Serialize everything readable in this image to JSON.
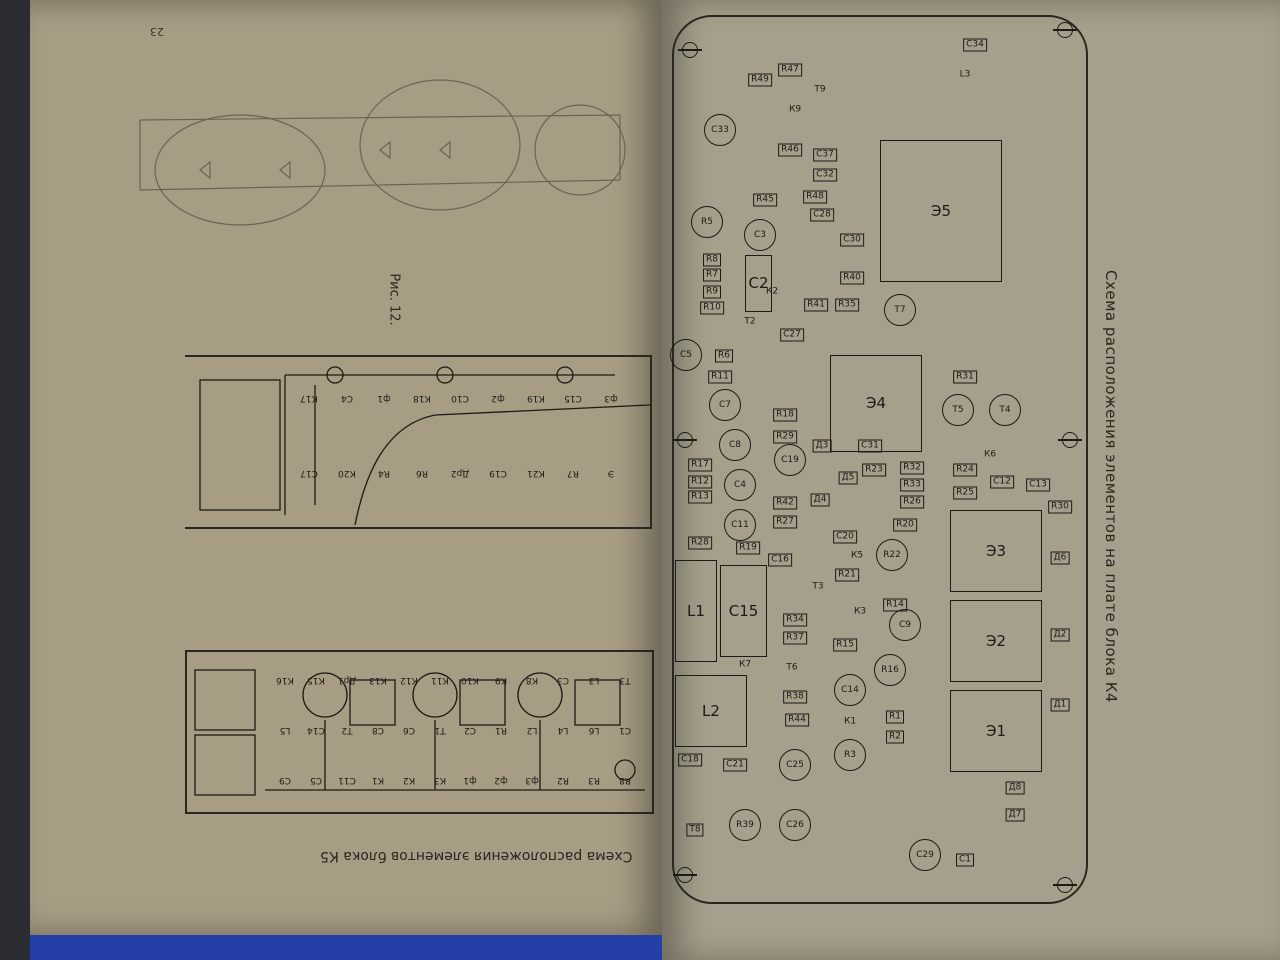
{
  "left_page": {
    "page_number": "23",
    "figure_caption": "Рис. 12.",
    "k5_title": "Схема расположения элементов блока К5",
    "top_board_labels": [
      "К17",
      "С4",
      "ф1",
      "К18",
      "С10",
      "ф2",
      "К19",
      "С15",
      "ф3",
      "С17",
      "К20",
      "R4",
      "R6",
      "Др2",
      "С19",
      "К21",
      "R7",
      "Э"
    ],
    "k5_labels": [
      "К16",
      "К15",
      "Др1",
      "К13",
      "К12",
      "К11",
      "К10",
      "К9",
      "К8",
      "С3",
      "L3",
      "Т3",
      "L5",
      "С14",
      "Т2",
      "С8",
      "С6",
      "Т1",
      "С2",
      "R1",
      "L2",
      "L4",
      "L6",
      "С1",
      "С9",
      "С5",
      "С11",
      "К1",
      "К2",
      "К3",
      "ф1",
      "ф2",
      "ф3",
      "R2",
      "R3",
      "R8"
    ]
  },
  "right_page": {
    "title": "Схема расположения элементов на плате блока К4",
    "components": [
      "С33",
      "R49",
      "R47",
      "Т9",
      "К9",
      "R46",
      "С37",
      "С32",
      "R48",
      "С28",
      "R45",
      "R5",
      "С3",
      "С30",
      "R40",
      "Э5",
      "L3",
      "С34",
      "R8",
      "R7",
      "R9",
      "R10",
      "С2",
      "К2",
      "R41",
      "R35",
      "Т7",
      "Т2",
      "С27",
      "R6",
      "С5",
      "R11",
      "Э4",
      "R31",
      "Т4",
      "Т5",
      "С7",
      "R18",
      "R29",
      "С8",
      "С19",
      "R32",
      "R24",
      "R33",
      "R25",
      "R26",
      "С12",
      "С13",
      "R30",
      "R17",
      "R12",
      "R13",
      "С4",
      "R42",
      "С11",
      "R27",
      "R20",
      "R22",
      "Э3",
      "Д6",
      "R28",
      "С16",
      "С20",
      "L1",
      "С15",
      "R34",
      "R37",
      "R14",
      "С9",
      "Э2",
      "Д2",
      "К3",
      "R15",
      "R16",
      "К7",
      "Т6",
      "R38",
      "С14",
      "Э1",
      "Д1",
      "L2",
      "R44",
      "R1",
      "R2",
      "R3",
      "С18",
      "С21",
      "С25",
      "Д8",
      "Д7",
      "R39",
      "С26",
      "Т8",
      "С29",
      "С1",
      "К6",
      "К5",
      "Т3",
      "R21",
      "К1",
      "Д3",
      "Д4",
      "Д5",
      "С31",
      "R23",
      "R19"
    ]
  }
}
